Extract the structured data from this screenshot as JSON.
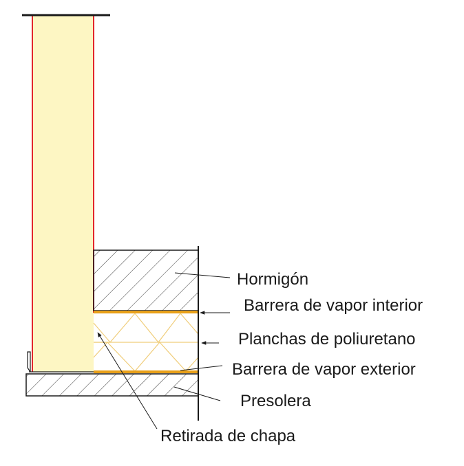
{
  "labels": {
    "hormigon": "Hormigón",
    "barrera_interior": "Barrera de vapor interior",
    "planchas": "Planchas de poliuretano",
    "barrera_exterior": "Barrera de vapor exterior",
    "presolera": "Presolera",
    "retirada": "Retirada de chapa"
  },
  "colors": {
    "panel_fill": "#fdf6c3",
    "panel_edge": "#e3262b",
    "vapor_barrier": "#e8a019",
    "insulation_lines": "#f0cd7a",
    "line": "#1a1a1a"
  }
}
